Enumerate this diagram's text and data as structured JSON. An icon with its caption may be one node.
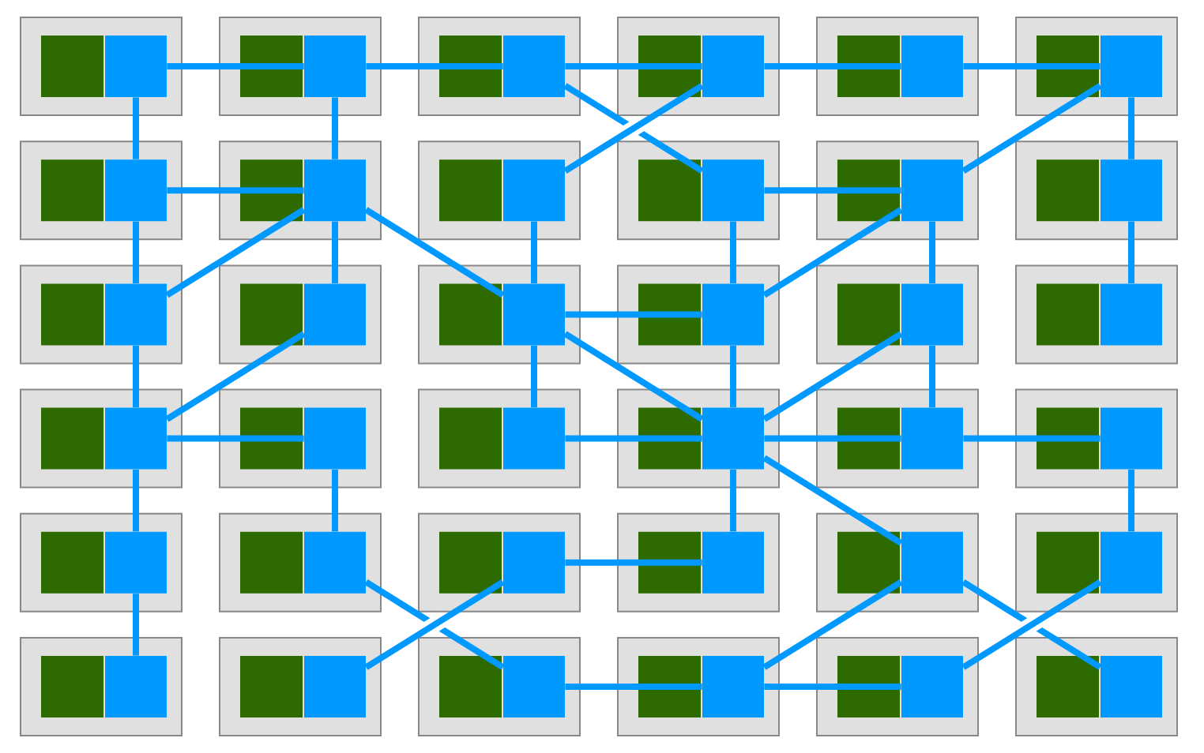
{
  "diagram": {
    "nodes": [
      {
        "text": [],
        "shape": "box"
      },
      {
        "text": [],
        "shape": "box",
        "in": 0
      },
      {
        "text": [],
        "shape": "box"
      },
      {
        "text": [],
        "shape": "box",
        "in": 2
      },
      {
        "text": [],
        "shape": "box"
      },
      {
        "text": [],
        "shape": "box",
        "in": 4
      },
      {
        "text": [],
        "shape": "box"
      },
      {
        "text": [],
        "shape": "box",
        "in": 6
      },
      {
        "text": [],
        "shape": "box"
      },
      {
        "text": [],
        "shape": "box",
        "in": 8
      },
      {
        "text": [],
        "shape": "box"
      },
      {
        "text": [],
        "shape": "box",
        "in": 10
      },
      {
        "text": [],
        "shape": "box"
      },
      {
        "text": [],
        "shape": "box",
        "in": 12
      },
      {
        "text": [],
        "shape": "box"
      },
      {
        "text": [],
        "shape": "box",
        "in": 14
      },
      {
        "text": [],
        "shape": "box"
      },
      {
        "text": [],
        "shape": "box",
        "in": 16
      },
      {
        "text": [],
        "shape": "box"
      },
      {
        "text": [],
        "shape": "box",
        "in": 18
      },
      {
        "text": [],
        "shape": "box"
      },
      {
        "text": [],
        "shape": "box",
        "in": 20
      },
      {
        "text": [],
        "shape": "box"
      },
      {
        "text": [],
        "shape": "box",
        "in": 22
      },
      {
        "text": [],
        "shape": "box"
      },
      {
        "text": [],
        "shape": "box",
        "in": 24
      },
      {
        "text": [],
        "shape": "box"
      },
      {
        "text": [],
        "shape": "box",
        "in": 26
      },
      {
        "text": [],
        "shape": "box"
      },
      {
        "text": [],
        "shape": "box",
        "in": 28
      },
      {
        "text": [],
        "shape": "box"
      },
      {
        "text": [],
        "shape": "box",
        "in": 30
      },
      {
        "text": [],
        "shape": "box"
      },
      {
        "text": [],
        "shape": "box",
        "in": 32
      },
      {
        "text": [],
        "shape": "box"
      },
      {
        "text": [],
        "shape": "box",
        "in": 34
      },
      {
        "text": [],
        "shape": "box"
      },
      {
        "text": [],
        "shape": "box",
        "in": 36
      },
      {
        "text": [],
        "shape": "box"
      },
      {
        "text": [],
        "shape": "box",
        "in": 38
      },
      {
        "text": [],
        "shape": "box"
      },
      {
        "text": [],
        "shape": "box",
        "in": 40
      },
      {
        "text": [],
        "shape": "box"
      },
      {
        "text": [],
        "shape": "box",
        "in": 42
      },
      {
        "text": [],
        "shape": "box"
      },
      {
        "text": [],
        "shape": "box",
        "in": 44
      },
      {
        "text": [],
        "shape": "box"
      },
      {
        "text": [],
        "shape": "box",
        "in": 46
      },
      {
        "text": [],
        "shape": "box"
      },
      {
        "text": [],
        "shape": "box",
        "in": 48
      },
      {
        "text": [],
        "shape": "box"
      },
      {
        "text": [],
        "shape": "box",
        "in": 50
      },
      {
        "text": [],
        "shape": "box"
      },
      {
        "text": [],
        "shape": "box",
        "in": 52
      },
      {
        "text": [],
        "shape": "box"
      },
      {
        "text": [],
        "shape": "box",
        "in": 54
      },
      {
        "text": [],
        "shape": "box"
      },
      {
        "text": [],
        "shape": "box",
        "in": 56
      },
      {
        "text": [],
        "shape": "box"
      },
      {
        "text": [],
        "shape": "box",
        "in": 58
      },
      {
        "text": [],
        "shape": "box"
      },
      {
        "text": [],
        "shape": "box",
        "in": 60
      },
      {
        "text": [],
        "shape": "box"
      },
      {
        "text": [],
        "shape": "box",
        "in": 62
      },
      {
        "text": [],
        "shape": "box"
      },
      {
        "text": [],
        "shape": "box",
        "in": 64
      },
      {
        "text": [],
        "shape": "box"
      },
      {
        "text": [],
        "shape": "box",
        "in": 66
      },
      {
        "text": [],
        "shape": "box"
      },
      {
        "text": [],
        "shape": "box",
        "in": 68
      },
      {
        "text": [],
        "shape": "box"
      },
      {
        "text": [],
        "shape": "box",
        "in": 70
      }
    ],
    "edges": [
      {
        "from": 1,
        "to": 3,
        "arrow": "none"
      },
      {
        "from": 3,
        "to": 5,
        "arrow": "none"
      },
      {
        "from": 5,
        "to": 7,
        "arrow": "none"
      },
      {
        "from": 7,
        "to": 9,
        "arrow": "none"
      },
      {
        "from": 9,
        "to": 11,
        "arrow": "none"
      },
      {
        "from": 1,
        "to": 13,
        "arrow": "none"
      },
      {
        "from": 3,
        "to": 15,
        "arrow": "none"
      },
      {
        "from": 5,
        "to": 19,
        "arrow": "none"
      },
      {
        "from": 7,
        "to": 17,
        "arrow": "none"
      },
      {
        "from": 11,
        "to": 21,
        "arrow": "none"
      },
      {
        "from": 11,
        "to": 23,
        "arrow": "none"
      },
      {
        "from": 13,
        "to": 15,
        "arrow": "none"
      },
      {
        "from": 13,
        "to": 25,
        "arrow": "none"
      },
      {
        "from": 15,
        "to": 25,
        "arrow": "none"
      },
      {
        "from": 15,
        "to": 27,
        "arrow": "none"
      },
      {
        "from": 15,
        "to": 29,
        "arrow": "none"
      },
      {
        "from": 17,
        "to": 29,
        "arrow": "none"
      },
      {
        "from": 19,
        "to": 21,
        "arrow": "none"
      },
      {
        "from": 19,
        "to": 31,
        "arrow": "none"
      },
      {
        "from": 21,
        "to": 31,
        "arrow": "none"
      },
      {
        "from": 21,
        "to": 33,
        "arrow": "none"
      },
      {
        "from": 23,
        "to": 35,
        "arrow": "none"
      },
      {
        "from": 25,
        "to": 37,
        "arrow": "none"
      },
      {
        "from": 27,
        "to": 37,
        "arrow": "none"
      },
      {
        "from": 29,
        "to": 31,
        "arrow": "none"
      },
      {
        "from": 29,
        "to": 41,
        "arrow": "none"
      },
      {
        "from": 29,
        "to": 43,
        "arrow": "none"
      },
      {
        "from": 31,
        "to": 43,
        "arrow": "none"
      },
      {
        "from": 33,
        "to": 43,
        "arrow": "none"
      },
      {
        "from": 33,
        "to": 45,
        "arrow": "none"
      },
      {
        "from": 37,
        "to": 39,
        "arrow": "none"
      },
      {
        "from": 37,
        "to": 49,
        "arrow": "none"
      },
      {
        "from": 39,
        "to": 51,
        "arrow": "none"
      },
      {
        "from": 41,
        "to": 43,
        "arrow": "none"
      },
      {
        "from": 43,
        "to": 45,
        "arrow": "none"
      },
      {
        "from": 45,
        "to": 47,
        "arrow": "none"
      },
      {
        "from": 43,
        "to": 55,
        "arrow": "none"
      },
      {
        "from": 43,
        "to": 57,
        "arrow": "none"
      },
      {
        "from": 47,
        "to": 59,
        "arrow": "none"
      },
      {
        "from": 49,
        "to": 61,
        "arrow": "none"
      },
      {
        "from": 51,
        "to": 65,
        "arrow": "none"
      },
      {
        "from": 53,
        "to": 63,
        "arrow": "none"
      },
      {
        "from": 53,
        "to": 55,
        "arrow": "none"
      },
      {
        "from": 57,
        "to": 67,
        "arrow": "none"
      },
      {
        "from": 57,
        "to": 71,
        "arrow": "none"
      },
      {
        "from": 59,
        "to": 69,
        "arrow": "none"
      },
      {
        "from": 65,
        "to": 67,
        "arrow": "none"
      },
      {
        "from": 67,
        "to": 69,
        "arrow": "none"
      }
    ]
  }
}
